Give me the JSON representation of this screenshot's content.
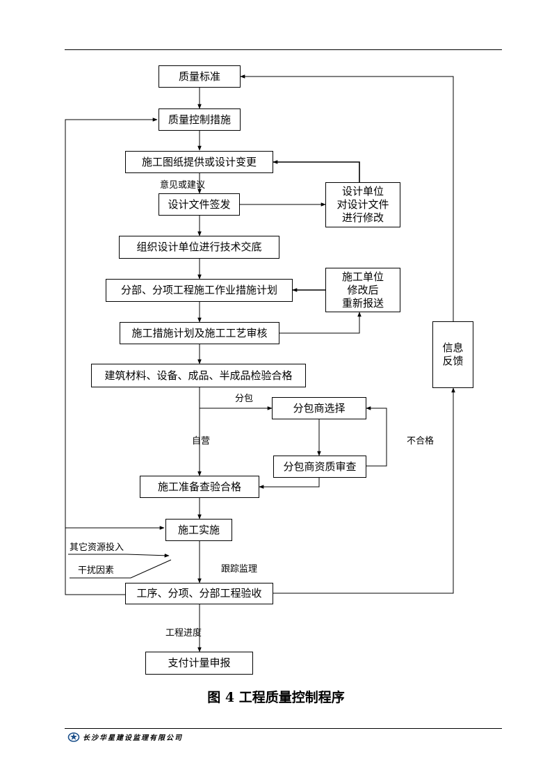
{
  "boxes": {
    "quality_standard": "质量标准",
    "quality_control_measures": "质量控制措施",
    "drawings_or_design_change": "施工图纸提供或设计变更",
    "design_doc_signoff": "设计文件签发",
    "design_unit_revise": "设计单位\n对设计文件\n进行修改",
    "tech_briefing": "组织设计单位进行技术交底",
    "work_measure_plan": "分部、分项工程施工作业措施计划",
    "contractor_resubmit": "施工单位\n修改后\n重新报送",
    "plan_process_review": "施工措施计划及施工工艺审核",
    "materials_inspection": "建筑材料、设备、成品、半成品检验合格",
    "subcontractor_selection": "分包商选择",
    "subcontractor_qualification": "分包商资质审查",
    "construction_prep_check": "施工准备查验合格",
    "construction_implementation": "施工实施",
    "acceptance": "工序、分项、分部工程验收",
    "payment_report": "支付计量申报",
    "info_feedback": "信息\n反馈"
  },
  "labels": {
    "opinion_or_suggestion": "意见或建议",
    "subcontract": "分包",
    "self_operated": "自营",
    "unqualified": "不合格",
    "other_resources": "其它资源投入",
    "interference": "干扰因素",
    "tracking_supervision": "跟踪监理",
    "progress": "工程进度"
  },
  "caption": "图 4 工程质量控制程序",
  "footer": {
    "company": "长沙华星建设监理有限公司",
    "logo_icon": "company-logo-icon"
  }
}
